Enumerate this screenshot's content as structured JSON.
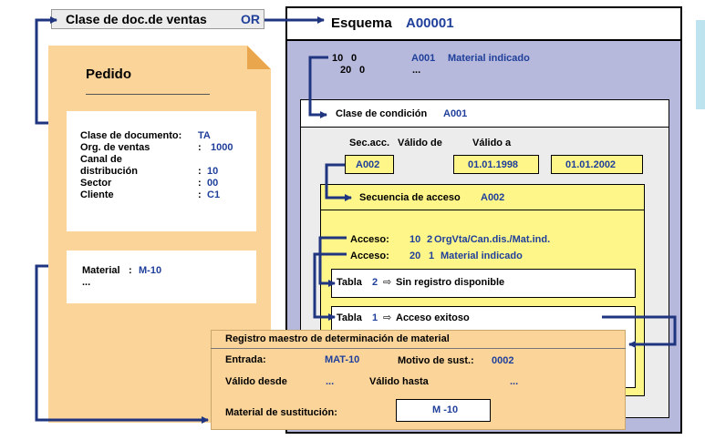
{
  "sales_doc": {
    "label": "Clase de doc.de ventas",
    "value": "OR"
  },
  "schema": {
    "label": "Esquema",
    "value": "A00001",
    "rows": [
      {
        "step": "10",
        "counter": "0",
        "code": "A001",
        "desc": "Material indicado"
      },
      {
        "step": "20",
        "counter": "0",
        "code": "...",
        "desc": ""
      }
    ]
  },
  "order": {
    "title": "Pedido",
    "fields": [
      {
        "label": "Clase de documento:",
        "value": "TA"
      },
      {
        "label": "Org. de ventas",
        "sep": ":",
        "value": "1000"
      },
      {
        "label": "Canal de",
        "sep": "",
        "value": ""
      },
      {
        "label": "distribución",
        "sep": ":",
        "value": "10"
      },
      {
        "label": "Sector",
        "sep": ":",
        "value": "00"
      },
      {
        "label": "Cliente",
        "sep": ":",
        "value": "C1"
      }
    ],
    "material_label": "Material",
    "material_sep": ":",
    "material_value": "M-10",
    "material_more": "..."
  },
  "condition_type": {
    "label": "Clase de condición",
    "value": "A001",
    "headers": {
      "seq": "Sec.acc.",
      "valid_from": "Válido de",
      "valid_to": "Válido a"
    },
    "seq_value": "A002",
    "from_value": "01.01.1998",
    "to_value": "01.01.2002"
  },
  "access_sequence": {
    "label": "Secuencia de acceso",
    "value": "A002",
    "accesses": [
      {
        "label": "Acceso:",
        "num": "10",
        "counter": "2",
        "desc": "OrgVta/Can.dis./Mat.ind."
      },
      {
        "label": "Acceso:",
        "num": "20",
        "counter": "1",
        "desc": "Material indicado"
      }
    ],
    "tables": [
      {
        "label": "Tabla",
        "num": "2",
        "arrow": "⇨",
        "result": "Sin registro disponible"
      },
      {
        "label": "Tabla",
        "num": "1",
        "arrow": "⇨",
        "result": "Acceso exitoso"
      }
    ]
  },
  "master_record": {
    "title": "Registro maestro de determinación de  material",
    "entry_label": "Entrada:",
    "entry_value": "MAT-10",
    "reason_label": "Motivo de sust.:",
    "reason_value": "0002",
    "valid_from_label": "Válido desde",
    "valid_from_value": "...",
    "valid_to_label": "Válido hasta",
    "valid_to_value": "...",
    "subst_label": "Material de sustitución:",
    "subst_value": "M -10"
  },
  "colors": {
    "orange": "#fbd49a",
    "schema_bg": "#b7b9dc",
    "yellow": "#fff68a",
    "gray": "#ececec",
    "blue_text": "#1f3f9a",
    "line": "#1f3580"
  }
}
